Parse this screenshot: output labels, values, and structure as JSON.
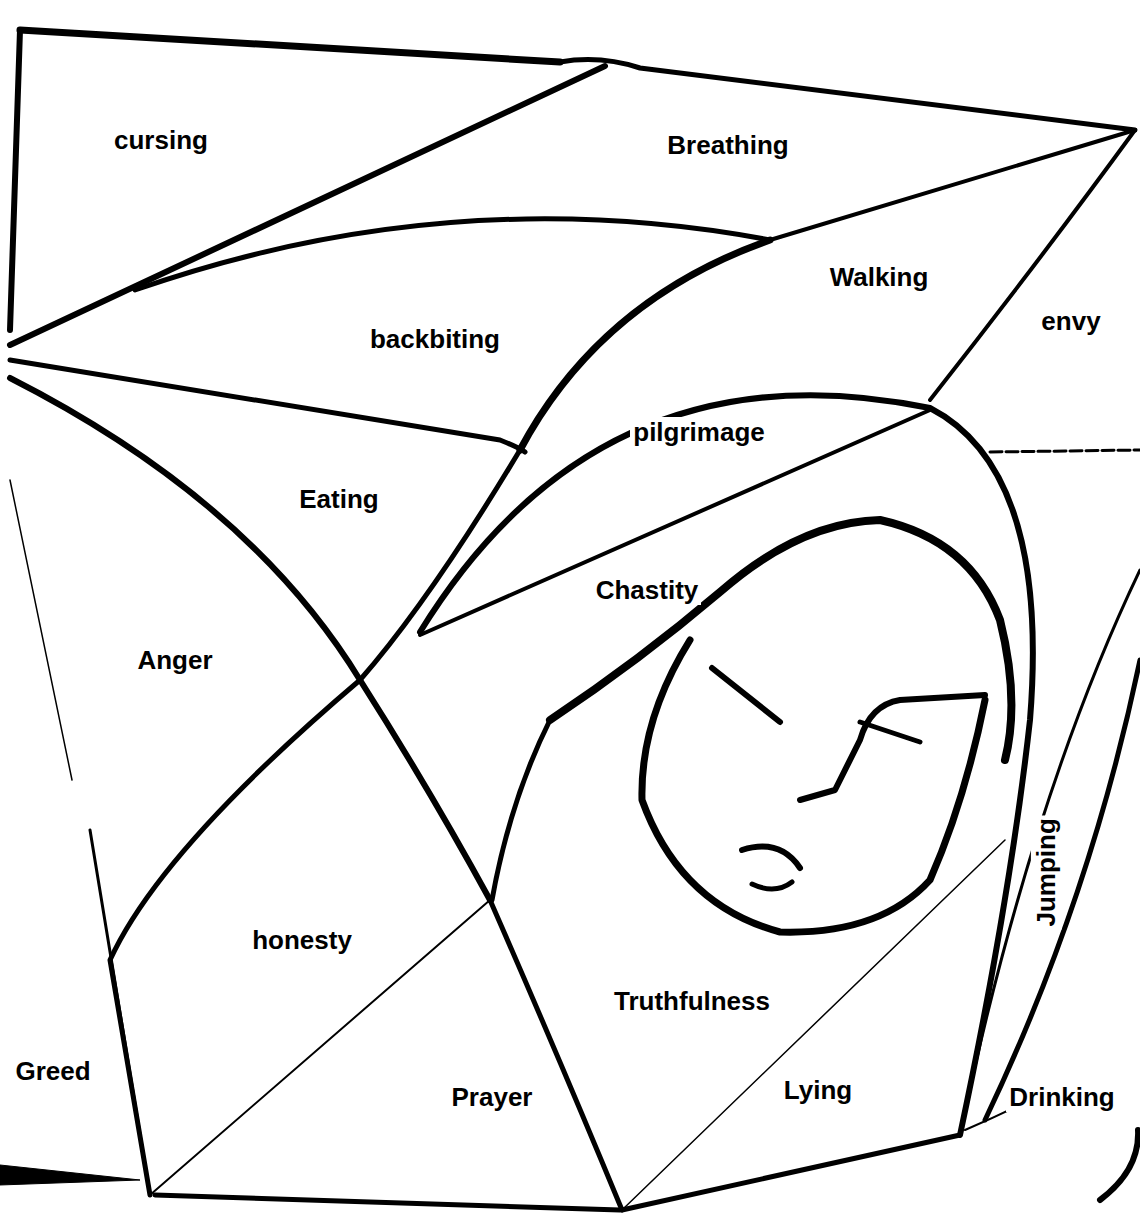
{
  "diagram": {
    "labels": [
      "cursing",
      "Breathing",
      "Walking",
      "envy",
      "backbiting",
      "pilgrimage",
      "Eating",
      "Chastity",
      "Anger",
      "Jumping",
      "honesty",
      "Truthfulness",
      "Greed",
      "Prayer",
      "Lying",
      "Drinking"
    ]
  }
}
